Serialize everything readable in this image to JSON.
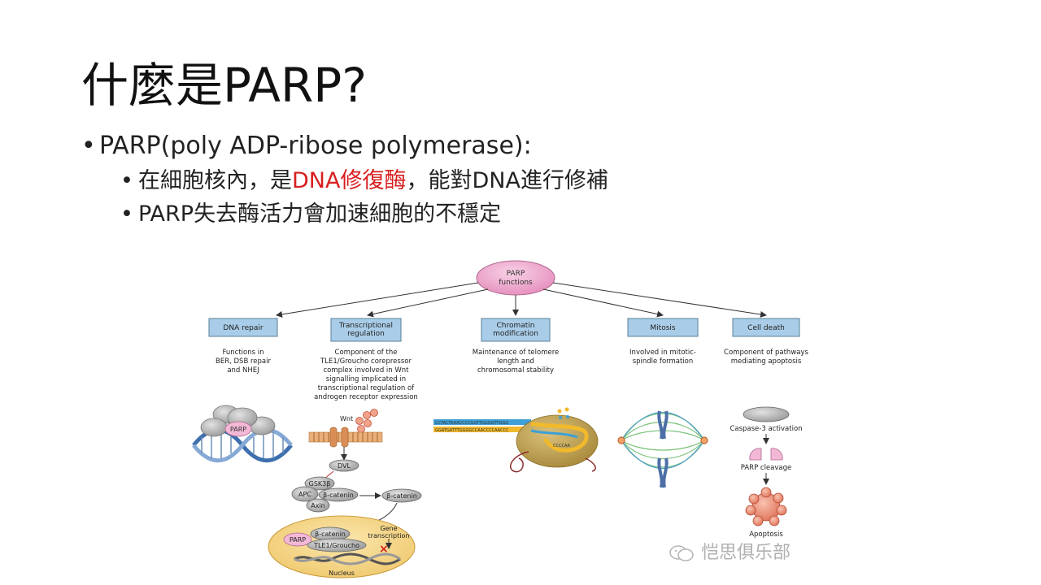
{
  "slide": {
    "title": "什麼是PARP?",
    "bullet1": "PARP(poly ADP-ribose polymerase):",
    "sub1_a": "在細胞核內，是",
    "sub1_red": "DNA修復酶",
    "sub1_b": "，能對DNA進行修補",
    "sub2": "PARP失去酶活力會加速細胞的不穩定",
    "watermark": "恺思俱乐部"
  },
  "colors": {
    "accent_red": "#d81e1e",
    "box_fill": "#a9cde8",
    "root_fill": "#ee9ac6",
    "nucleus_fill": "#f6d98a"
  },
  "diagram": {
    "root": "PARP\nfunctions",
    "categories": [
      {
        "label": "DNA repair",
        "desc": "Functions in\nBER, DSB repair\nand NHEJ"
      },
      {
        "label": "Transcriptional\nregulation",
        "desc": "Component of the\nTLE1/Groucho corepressor\ncomplex involved in Wnt\nsignalling implicated in\ntranscriptional regulation of\nandrogen receptor expression"
      },
      {
        "label": "Chromatin\nmodification",
        "desc": "Maintenance of telomere\nlength and\nchromosomal stability"
      },
      {
        "label": "Mitosis",
        "desc": "Involved in mitotic-\nspindle formation"
      },
      {
        "label": "Cell death",
        "desc": "Component of pathways\nmediating apoptosis"
      }
    ],
    "labels": {
      "parp": "PARP",
      "wnt": "Wnt",
      "dvl": "DVL",
      "gsk": "GSK3β",
      "apc": "APC",
      "bcat": "β-catenin",
      "axin": "Axin",
      "bcat_free": "β-catenin",
      "bcat_nuc": "β-catenin",
      "parp_nuc": "PARP",
      "tle": "TLE1/Groucho",
      "gene": "Gene\ntranscription",
      "nucleus": "Nucleus",
      "telomere_top": "CCTACTAAACCCCGGTTGGGGTTGGG",
      "telomere_bot": "GGATGATTTGGGGCCAACCCCAACCC",
      "telomere_cap": "CCCCAA",
      "caspase": "Caspase-3 activation",
      "cleavage": "PARP  cleavage",
      "apoptosis": "Apoptosis"
    }
  }
}
